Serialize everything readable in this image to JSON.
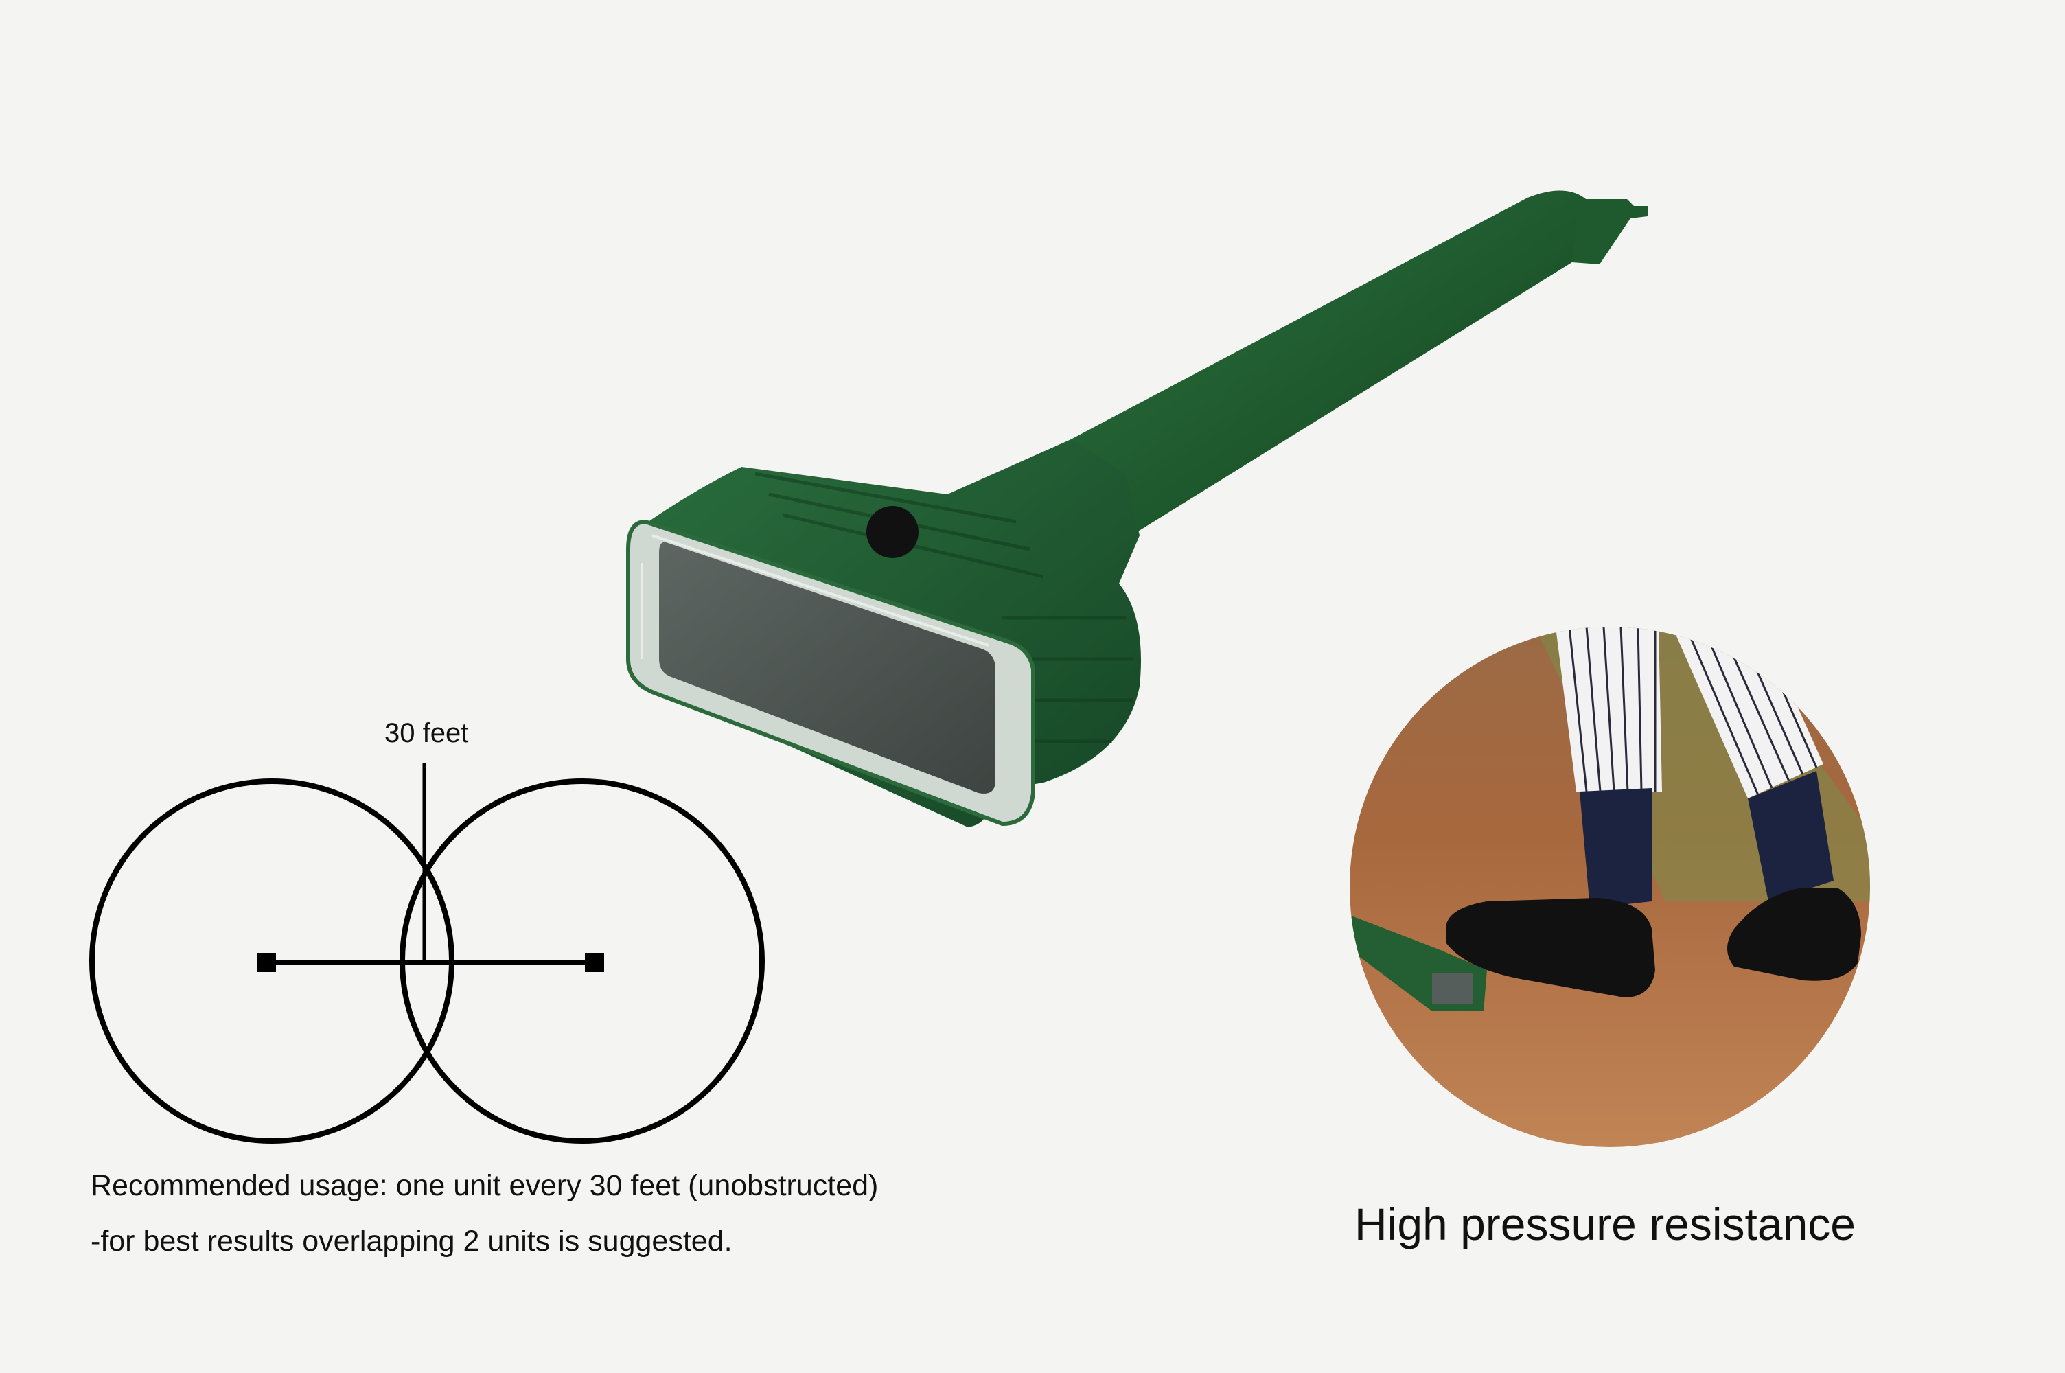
{
  "colors": {
    "background": "#f4f4f3",
    "product_green": "#1f5a2e",
    "product_green_dark": "#133d1e",
    "solar_panel": "#4d5552",
    "diagram_stroke": "#000000",
    "soil": "#a8683e"
  },
  "diagram": {
    "distance_label": "30 feet",
    "usage_line_1": "Recommended usage: one unit every 30 feet (unobstructed)",
    "usage_line_2": "-for best results overlapping 2 units is suggested."
  },
  "photo": {
    "caption": "High pressure resistance"
  }
}
